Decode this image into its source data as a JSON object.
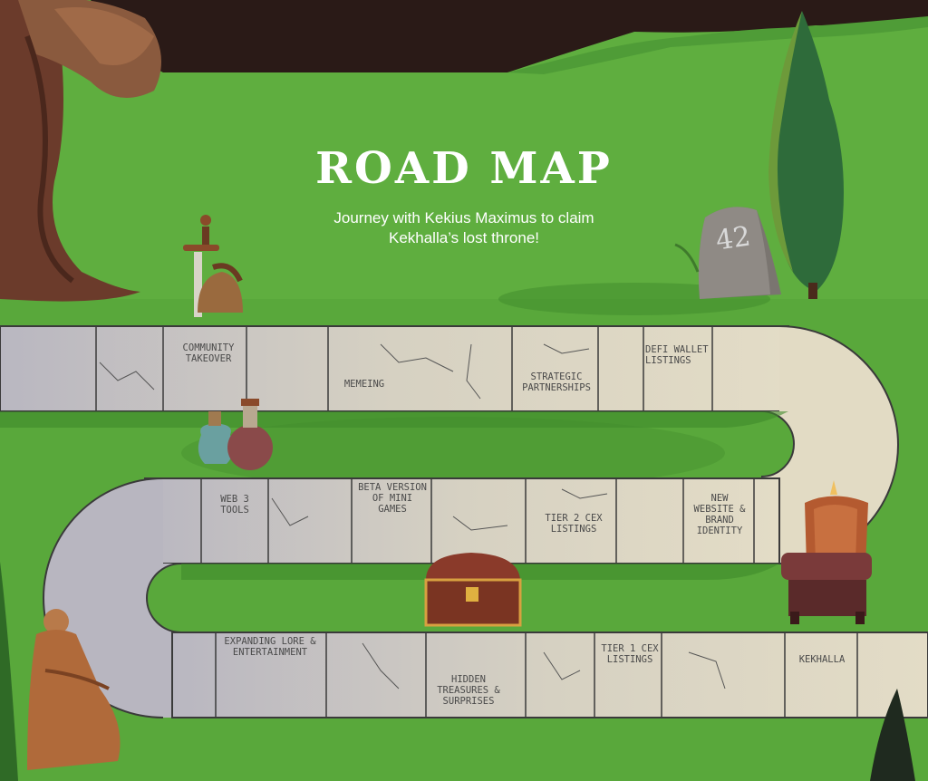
{
  "header": {
    "title": "ROAD MAP",
    "subtitle": "Journey with Kekius Maximus to claim Kekhalla’s lost throne!"
  },
  "milestone_stone": {
    "number": "42"
  },
  "milestones": [
    {
      "label": "COMMUNITY\nTAKEOVER"
    },
    {
      "label": "MEMEING"
    },
    {
      "label": "STRATEGIC\nPARTNERSHIPS"
    },
    {
      "label": "DEFI WALLET\nLISTINGS"
    },
    {
      "label": "WEB 3\nTOOLS"
    },
    {
      "label": "BETA VERSION\nOF MINI\nGAMES"
    },
    {
      "label": "TIER 2 CEX\nLISTINGS"
    },
    {
      "label": "NEW\nWEBSITE &\nBRAND\nIDENTITY"
    },
    {
      "label": "EXPANDING LORE &\nENTERTAINMENT"
    },
    {
      "label": "HIDDEN\nTREASURES &\nSURPRISES"
    },
    {
      "label": "TIER 1 CEX\nLISTINGS"
    },
    {
      "label": "KEKHALLA"
    }
  ],
  "colors": {
    "sky_dark": "#2a1a17",
    "grass": "#5fae3f",
    "grass_dark": "#3f8a2c",
    "path_light": "#dcd6c3",
    "path_shade": "#b9b7bf",
    "path_edge": "#3a3a3a"
  }
}
